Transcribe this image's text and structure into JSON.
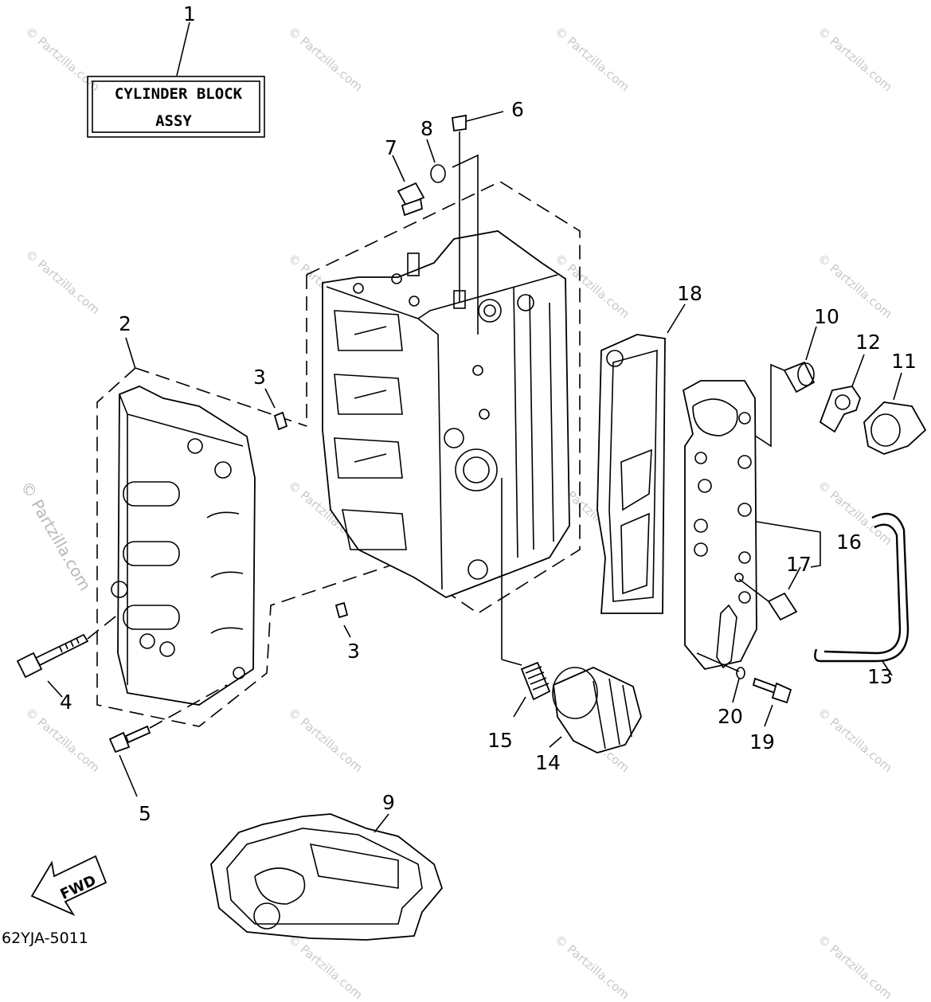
{
  "assembly_box": {
    "line1": "CYLINDER BLOCK",
    "line2": "ASSY"
  },
  "part_labels": [
    {
      "id": "1",
      "text": "1"
    },
    {
      "id": "2",
      "text": "2"
    },
    {
      "id": "3a",
      "text": "3"
    },
    {
      "id": "3b",
      "text": "3"
    },
    {
      "id": "4",
      "text": "4"
    },
    {
      "id": "5",
      "text": "5"
    },
    {
      "id": "6",
      "text": "6"
    },
    {
      "id": "7",
      "text": "7"
    },
    {
      "id": "8",
      "text": "8"
    },
    {
      "id": "9",
      "text": "9"
    },
    {
      "id": "10",
      "text": "10"
    },
    {
      "id": "11",
      "text": "11"
    },
    {
      "id": "12",
      "text": "12"
    },
    {
      "id": "13",
      "text": "13"
    },
    {
      "id": "14",
      "text": "14"
    },
    {
      "id": "15",
      "text": "15"
    },
    {
      "id": "16",
      "text": "16"
    },
    {
      "id": "17",
      "text": "17"
    },
    {
      "id": "18",
      "text": "18"
    },
    {
      "id": "19",
      "text": "19"
    },
    {
      "id": "20",
      "text": "20"
    }
  ],
  "fwd_arrow": {
    "label": "FWD"
  },
  "diagram_code": "62YJA-5011",
  "watermark": {
    "text": "© Partzilla.com"
  }
}
